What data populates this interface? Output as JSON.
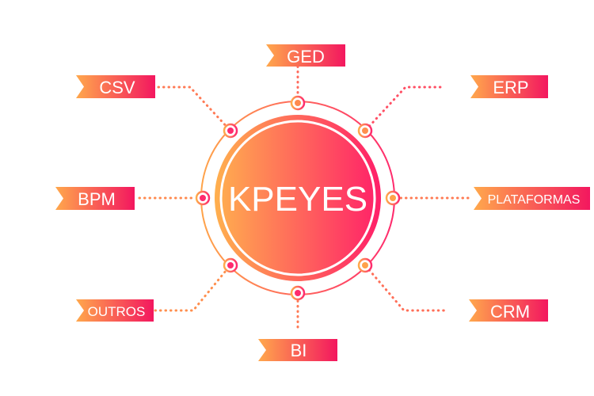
{
  "hub": {
    "label": "KPEYES"
  },
  "nodes": [
    {
      "id": "ged",
      "label": "GED"
    },
    {
      "id": "csv",
      "label": "CSV"
    },
    {
      "id": "erp",
      "label": "ERP"
    },
    {
      "id": "bpm",
      "label": "BPM"
    },
    {
      "id": "plataformas",
      "label": "PLATAFORMAS"
    },
    {
      "id": "outros",
      "label": "OUTROS"
    },
    {
      "id": "crm",
      "label": "CRM"
    },
    {
      "id": "bi",
      "label": "BI"
    }
  ],
  "colors": {
    "orange": "#ffa24a",
    "orange_light": "#ffb15a",
    "pink": "#ff2b6e",
    "magenta": "#f0145f",
    "white": "#ffffff"
  }
}
